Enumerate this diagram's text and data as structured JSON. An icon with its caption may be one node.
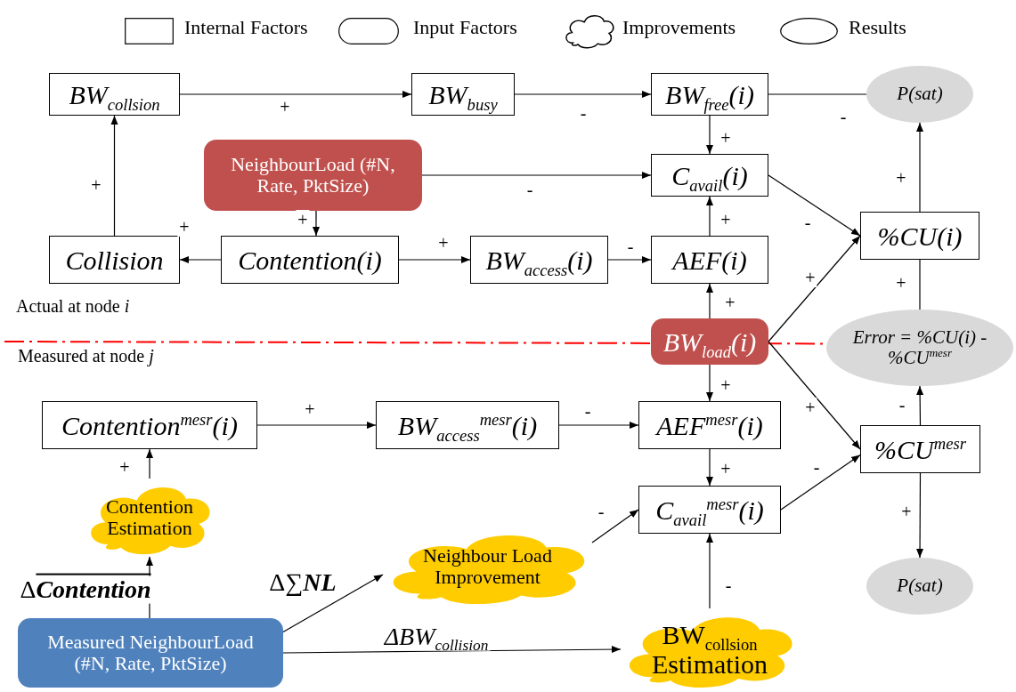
{
  "diagram": {
    "nodes": [
      {
        "text": [
          "BW$_{collsion}$"
        ]
      },
      {
        "text": [
          "BW$_{busy}$"
        ]
      },
      {
        "text": [
          "BW$_{free}$(i)"
        ]
      },
      {
        "text": [
          "P(sat)"
        ]
      },
      {
        "text": [
          "NeighbourLoad (#N, Rate, PktSize)"
        ]
      },
      {
        "text": [
          "C$_{avail}$(i)"
        ]
      },
      {
        "text": [
          "%CU(i)"
        ]
      },
      {
        "text": [
          "Collision"
        ]
      },
      {
        "text": [
          "Contention(i)"
        ]
      },
      {
        "text": [
          "BW$_{access}$(i)"
        ]
      },
      {
        "text": [
          "AEF(i)"
        ]
      },
      {
        "text": [
          "BW$_{load}$(i)"
        ]
      },
      {
        "text": [
          "Error = %CU(i) -%CU$^{mesr}$"
        ]
      },
      {
        "text": [
          "Contention$^{mesr}$(i)"
        ]
      },
      {
        "text": [
          "BW$_{access}$$^{mesr}$(i)"
        ]
      },
      {
        "text": [
          "AEF$^{mesr}$(i)"
        ]
      },
      {
        "text": [
          "%CU$^{mesr}$"
        ]
      },
      {
        "text": [
          "C$_{avail}$$^{mesr}$(i)"
        ]
      },
      {
        "text": [
          "Contention Estimation"
        ]
      },
      {
        "text": [
          "Neighbour Load Improvement"
        ]
      },
      {
        "text": [
          "P(sat)"
        ]
      },
      {
        "text": [
          "Measured NeighbourLoad (#N, Rate, PktSize)"
        ]
      },
      {
        "text": [
          "BW$_{collsion}$ Estimation"
        ]
      }
    ],
    "edges": [
      {
        "from": 0,
        "to": 1,
        "arrow": "to",
        "label": "+"
      },
      {
        "from": 1,
        "to": 2,
        "arrow": "to",
        "label": "-"
      },
      {
        "from": 2,
        "to": 3,
        "arrow": "none",
        "label": "-"
      },
      {
        "from": 2,
        "to": 5,
        "arrow": "to",
        "label": "+"
      },
      {
        "from": 4,
        "to": 5,
        "arrow": "to",
        "label": "-"
      },
      {
        "from": 4,
        "to": 8,
        "arrow": "to",
        "label": "+"
      },
      {
        "from": 8,
        "to": 7,
        "arrow": "to",
        "label": "+"
      },
      {
        "from": 7,
        "to": 0,
        "arrow": "to",
        "label": "+"
      },
      {
        "from": 8,
        "to": 9,
        "arrow": "to",
        "label": "+"
      },
      {
        "from": 9,
        "to": 10,
        "arrow": "to",
        "label": "-"
      },
      {
        "from": 10,
        "to": 5,
        "arrow": "to",
        "label": "+"
      },
      {
        "from": 5,
        "to": 6,
        "arrow": "to",
        "label": "-"
      },
      {
        "from": 11,
        "to": 6,
        "arrow": "to",
        "label": "+"
      },
      {
        "from": 6,
        "to": 3,
        "arrow": "to",
        "label": "+"
      },
      {
        "from": 6,
        "to": 12,
        "arrow": "to",
        "label": "+"
      },
      {
        "from": 11,
        "to": 10,
        "arrow": "to",
        "label": "+"
      },
      {
        "from": 11,
        "to": 15,
        "arrow": "to",
        "label": "+"
      },
      {
        "from": 11,
        "to": 16,
        "arrow": "to",
        "label": "+"
      },
      {
        "from": 13,
        "to": 14,
        "arrow": "to",
        "label": "+"
      },
      {
        "from": 14,
        "to": 15,
        "arrow": "to",
        "label": "-"
      },
      {
        "from": 15,
        "to": 17,
        "arrow": "to",
        "label": "+"
      },
      {
        "from": 17,
        "to": 16,
        "arrow": "to",
        "label": "-"
      },
      {
        "from": 16,
        "to": 12,
        "arrow": "to",
        "label": "-"
      },
      {
        "from": 16,
        "to": 20,
        "arrow": "to",
        "label": "+"
      },
      {
        "from": 18,
        "to": 13,
        "arrow": "to",
        "label": "+"
      },
      {
        "from": 21,
        "to": 18,
        "arrow": "to",
        "label": "Δ**Contention**"
      },
      {
        "from": 21,
        "to": 19,
        "arrow": "to",
        "label": "Δ∑**NL**"
      },
      {
        "from": 21,
        "to": 22,
        "arrow": "to",
        "label": "ΔBW$_{collision}$"
      },
      {
        "from": 22,
        "to": 17,
        "arrow": "to",
        "label": "-"
      },
      {
        "from": 19,
        "to": 17,
        "arrow": "to",
        "label": "-"
      }
    ],
    "labels": [
      "Actual at node *i*",
      "Measured at node *j*"
    ],
    "legend": [
      {
        "text": "Internal Factors"
      },
      {
        "text": "Input Factors"
      },
      {
        "text": "Improvements"
      },
      {
        "text": "Results"
      }
    ]
  }
}
